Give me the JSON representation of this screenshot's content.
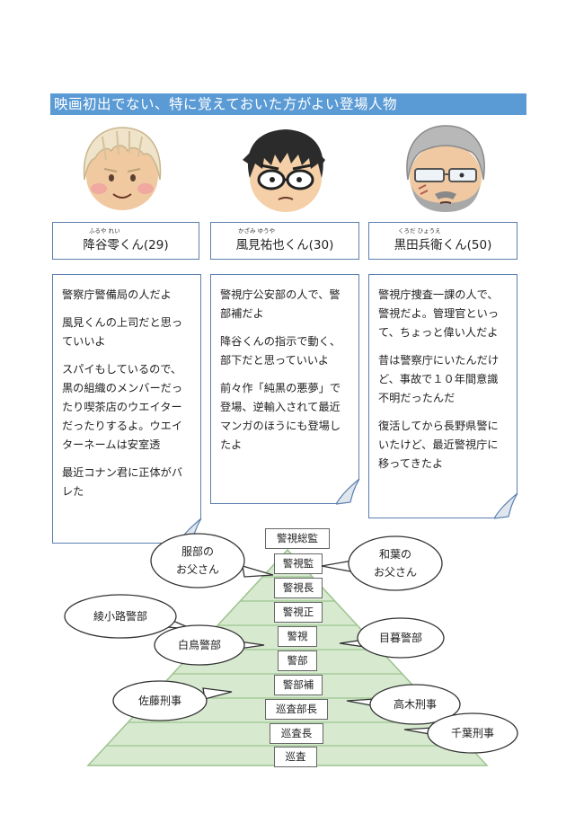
{
  "banner": {
    "title": "映画初出でない、特に覚えておいた方がよい登場人物"
  },
  "characters": [
    {
      "ruby": "ふるや れい",
      "name": "降谷零くん(29)",
      "notes": [
        "警察庁警備局の人だよ",
        "風見くんの上司だと思っていいよ",
        "スパイもしているので、黒の組織のメンバーだったり喫茶店のウエイターだったりするよ。ウエイターネームは安室透",
        "最近コナン君に正体がバレた"
      ]
    },
    {
      "ruby": "かざみ ゆうや",
      "name": "風見祐也くん(30)",
      "notes": [
        "警視庁公安部の人で、警部補だよ",
        "降谷くんの指示で動く、部下だと思っていいよ",
        "前々作「純黒の悪夢」で登場、逆輸入されて最近マンガのほうにも登場したよ"
      ]
    },
    {
      "ruby": "くろだ ひょうえ",
      "name": "黒田兵衛くん(50)",
      "notes": [
        "警視庁捜査一課の人で、警視だよ。管理官といって、ちょっと偉い人だよ",
        "昔は警察庁にいたんだけど、事故で１０年間意識不明だったんだ",
        "復活してから長野県警にいたけど、最近警視庁に移ってきたよ"
      ]
    }
  ],
  "ranks": [
    "警視総監",
    "警視監",
    "警視長",
    "警視正",
    "警視",
    "警部",
    "警部補",
    "巡査部長",
    "巡査長",
    "巡査"
  ],
  "bubbles": {
    "hattori_l1": "服部の",
    "hattori_l2": "お父さん",
    "kazuha_l1": "和葉の",
    "kazuha_l2": "お父さん",
    "ayanokoji": "綾小路警部",
    "shiratori": "白鳥警部",
    "megure": "目暮警部",
    "sato": "佐藤刑事",
    "takagi": "高木刑事",
    "chiba": "千葉刑事"
  },
  "colors": {
    "banner": "#5b9bd5",
    "border": "#5b7fae",
    "pyramid": "#d7ead0",
    "pyramid_line": "#9cc38e"
  }
}
